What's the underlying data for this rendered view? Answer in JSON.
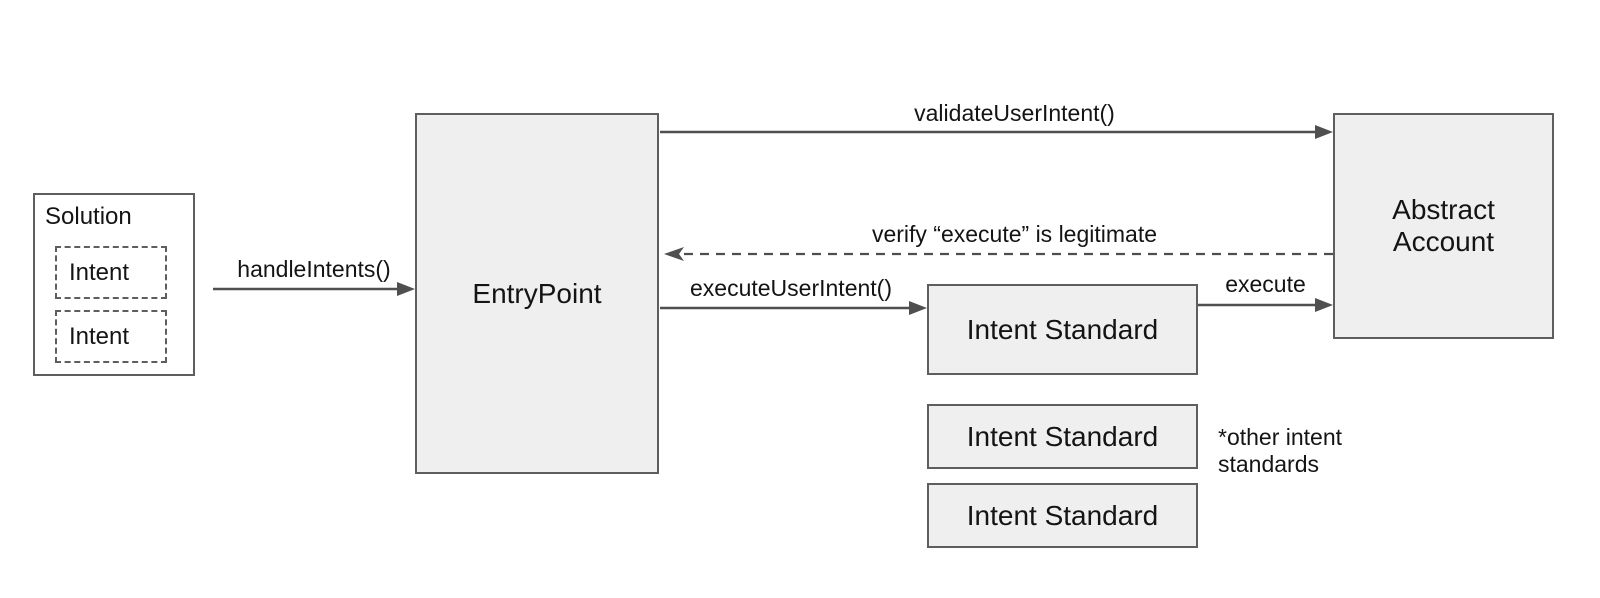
{
  "diagram": {
    "colors": {
      "background": "#ffffff",
      "box_fill": "#efefef",
      "box_border": "#5e5e5e",
      "arrow": "#4f4f4f",
      "text": "#141414"
    },
    "solution": {
      "title": "Solution",
      "intents": [
        {
          "label": "Intent"
        },
        {
          "label": "Intent"
        }
      ]
    },
    "boxes": {
      "entry_point": "EntryPoint",
      "abstract_account": "Abstract Account",
      "intent_standards": [
        {
          "label": "Intent Standard"
        },
        {
          "label": "Intent Standard"
        },
        {
          "label": "Intent Standard"
        }
      ]
    },
    "arrow_labels": {
      "handle_intents": "handleIntents()",
      "validate_user_intent": "validateUserIntent()",
      "verify_execute": "verify “execute” is legitimate",
      "execute_user_intent": "executeUserIntent()",
      "execute": "execute"
    },
    "annotation": "*other intent standards"
  }
}
